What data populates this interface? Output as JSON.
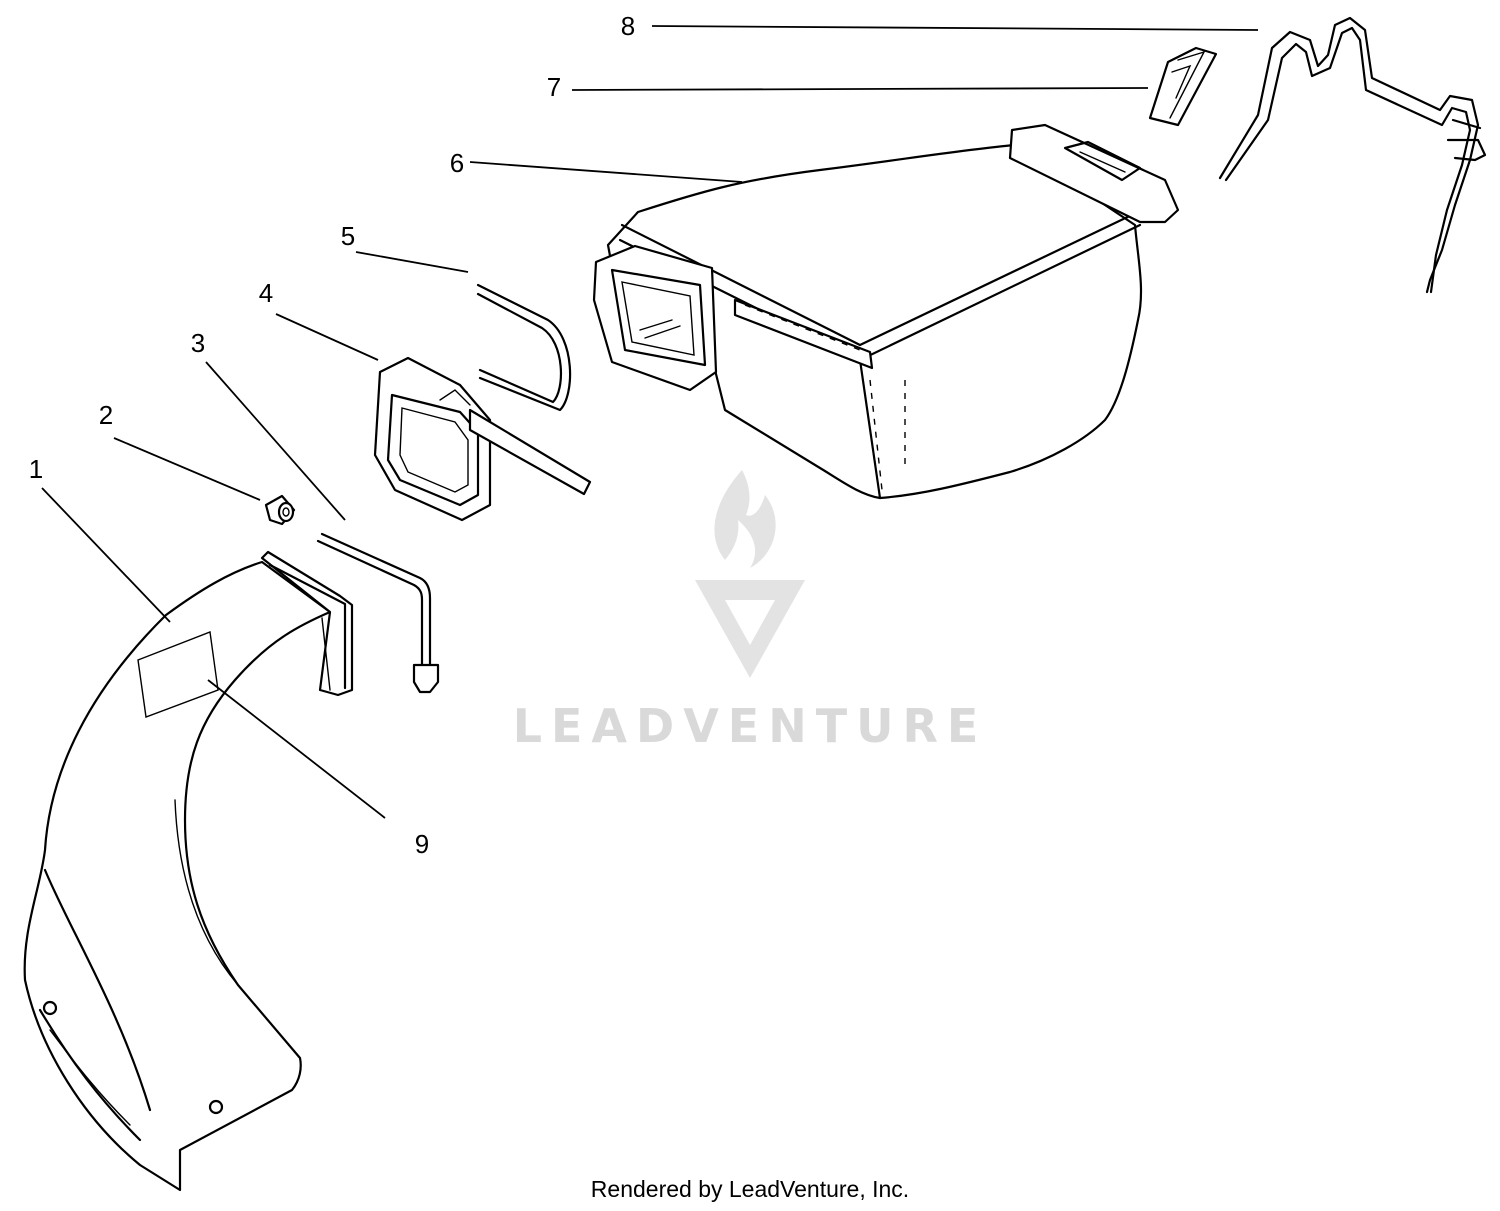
{
  "callouts": [
    {
      "id": "1",
      "label": "1"
    },
    {
      "id": "2",
      "label": "2"
    },
    {
      "id": "3",
      "label": "3"
    },
    {
      "id": "4",
      "label": "4"
    },
    {
      "id": "5",
      "label": "5"
    },
    {
      "id": "6",
      "label": "6"
    },
    {
      "id": "7",
      "label": "7"
    },
    {
      "id": "8",
      "label": "8"
    },
    {
      "id": "9",
      "label": "9"
    }
  ],
  "watermark": {
    "text": "LEADVENTURE",
    "icon": "leadventure-logo-icon"
  },
  "footer": {
    "credit": "Rendered by LeadVenture, Inc."
  }
}
